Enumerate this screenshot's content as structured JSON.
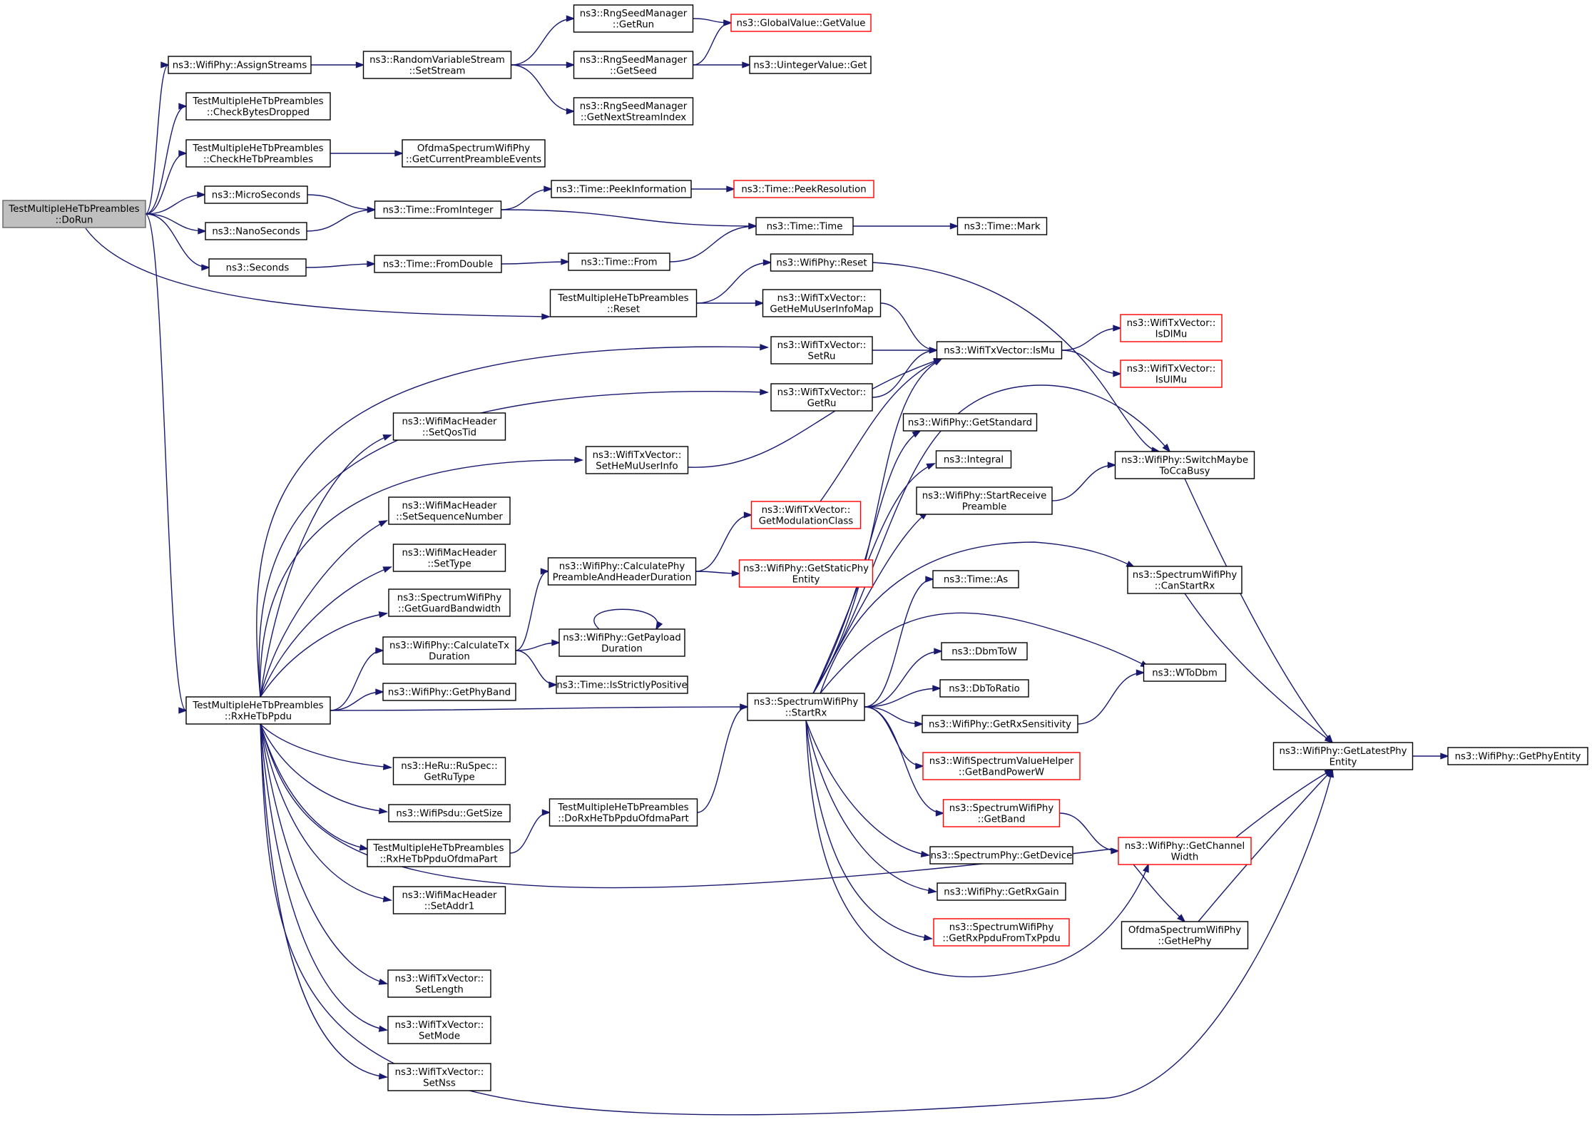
{
  "diagram": {
    "nodes": [
      {
        "id": "dorun",
        "lines": [
          "TestMultipleHeTbPreambles",
          "::DoRun"
        ],
        "root": true
      },
      {
        "id": "assign",
        "lines": [
          "ns3::WifiPhy::AssignStreams"
        ]
      },
      {
        "id": "checkbytes",
        "lines": [
          "TestMultipleHeTbPreambles",
          "::CheckBytesDropped"
        ]
      },
      {
        "id": "checkhetb",
        "lines": [
          "TestMultipleHeTbPreambles",
          "::CheckHeTbPreambles"
        ]
      },
      {
        "id": "micro",
        "lines": [
          "ns3::MicroSeconds"
        ]
      },
      {
        "id": "nano",
        "lines": [
          "ns3::NanoSeconds"
        ]
      },
      {
        "id": "seconds",
        "lines": [
          "ns3::Seconds"
        ]
      },
      {
        "id": "rxhetb",
        "lines": [
          "TestMultipleHeTbPreambles",
          "::RxHeTbPpdu"
        ]
      },
      {
        "id": "rvsetstream",
        "lines": [
          "ns3::RandomVariableStream",
          "::SetStream"
        ]
      },
      {
        "id": "getcurpre",
        "lines": [
          "OfdmaSpectrumWifiPhy",
          "::GetCurrentPreambleEvents"
        ]
      },
      {
        "id": "fromint",
        "lines": [
          "ns3::Time::FromInteger"
        ]
      },
      {
        "id": "fromdouble",
        "lines": [
          "ns3::Time::FromDouble"
        ]
      },
      {
        "id": "reset",
        "lines": [
          "TestMultipleHeTbPreambles",
          "::Reset"
        ]
      },
      {
        "id": "getrun",
        "lines": [
          "ns3::RngSeedManager",
          "::GetRun"
        ]
      },
      {
        "id": "getseed",
        "lines": [
          "ns3::RngSeedManager",
          "::GetSeed"
        ]
      },
      {
        "id": "getnextstream",
        "lines": [
          "ns3::RngSeedManager",
          "::GetNextStreamIndex"
        ]
      },
      {
        "id": "peekinfo",
        "lines": [
          "ns3::Time::PeekInformation"
        ]
      },
      {
        "id": "timefrom",
        "lines": [
          "ns3::Time::From"
        ]
      },
      {
        "id": "globalget",
        "lines": [
          "ns3::GlobalValue::GetValue"
        ],
        "truncated": true
      },
      {
        "id": "uintget",
        "lines": [
          "ns3::UintegerValue::Get"
        ]
      },
      {
        "id": "peekres",
        "lines": [
          "ns3::Time::PeekResolution"
        ],
        "truncated": true
      },
      {
        "id": "timetime",
        "lines": [
          "ns3::Time::Time"
        ]
      },
      {
        "id": "timemark",
        "lines": [
          "ns3::Time::Mark"
        ]
      },
      {
        "id": "phyreset",
        "lines": [
          "ns3::WifiPhy::Reset"
        ]
      },
      {
        "id": "gethemu",
        "lines": [
          "ns3::WifiTxVector::",
          "GetHeMuUserInfoMap"
        ]
      },
      {
        "id": "setru",
        "lines": [
          "ns3::WifiTxVector::",
          "SetRu"
        ]
      },
      {
        "id": "getru",
        "lines": [
          "ns3::WifiTxVector::",
          "GetRu"
        ]
      },
      {
        "id": "ismu",
        "lines": [
          "ns3::WifiTxVector::IsMu"
        ]
      },
      {
        "id": "isdlmu",
        "lines": [
          "ns3::WifiTxVector::",
          "IsDlMu"
        ],
        "truncated": true
      },
      {
        "id": "isulmu",
        "lines": [
          "ns3::WifiTxVector::",
          "IsUlMu"
        ],
        "truncated": true
      },
      {
        "id": "setqostid",
        "lines": [
          "ns3::WifiMacHeader",
          "::SetQosTid"
        ]
      },
      {
        "id": "setheuser",
        "lines": [
          "ns3::WifiTxVector::",
          "SetHeMuUserInfo"
        ]
      },
      {
        "id": "setseq",
        "lines": [
          "ns3::WifiMacHeader",
          "::SetSequenceNumber"
        ]
      },
      {
        "id": "settype",
        "lines": [
          "ns3::WifiMacHeader",
          "::SetType"
        ]
      },
      {
        "id": "getguard",
        "lines": [
          "ns3::SpectrumWifiPhy",
          "::GetGuardBandwidth"
        ]
      },
      {
        "id": "calctx",
        "lines": [
          "ns3::WifiPhy::CalculateTx",
          "Duration"
        ]
      },
      {
        "id": "getphyband",
        "lines": [
          "ns3::WifiPhy::GetPhyBand"
        ]
      },
      {
        "id": "getruspec",
        "lines": [
          "ns3::HeRu::RuSpec::",
          "GetRuType"
        ]
      },
      {
        "id": "psdusize",
        "lines": [
          "ns3::WifiPsdu::GetSize"
        ]
      },
      {
        "id": "rxofdma",
        "lines": [
          "TestMultipleHeTbPreambles",
          "::RxHeTbPpduOfdmaPart"
        ]
      },
      {
        "id": "setaddr1",
        "lines": [
          "ns3::WifiMacHeader",
          "::SetAddr1"
        ]
      },
      {
        "id": "setlength",
        "lines": [
          "ns3::WifiTxVector::",
          "SetLength"
        ]
      },
      {
        "id": "setmode",
        "lines": [
          "ns3::WifiTxVector::",
          "SetMode"
        ]
      },
      {
        "id": "setnss",
        "lines": [
          "ns3::WifiTxVector::",
          "SetNss"
        ]
      },
      {
        "id": "calcpre",
        "lines": [
          "ns3::WifiPhy::CalculatePhy",
          "PreambleAndHeaderDuration"
        ]
      },
      {
        "id": "getpayload",
        "lines": [
          "ns3::WifiPhy::GetPayload",
          "Duration"
        ]
      },
      {
        "id": "strictpos",
        "lines": [
          "ns3::Time::IsStrictlyPositive"
        ]
      },
      {
        "id": "dorxofdma",
        "lines": [
          "TestMultipleHeTbPreambles",
          "::DoRxHeTbPpduOfdmaPart"
        ]
      },
      {
        "id": "getmod",
        "lines": [
          "ns3::WifiTxVector::",
          "GetModulationClass"
        ],
        "truncated": true
      },
      {
        "id": "getstatic",
        "lines": [
          "ns3::WifiPhy::GetStaticPhy",
          "Entity"
        ],
        "truncated": true
      },
      {
        "id": "startrx",
        "lines": [
          "ns3::SpectrumWifiPhy",
          "::StartRx"
        ]
      },
      {
        "id": "getstd",
        "lines": [
          "ns3::WifiPhy::GetStandard"
        ]
      },
      {
        "id": "integral",
        "lines": [
          "ns3::Integral"
        ]
      },
      {
        "id": "startrecv",
        "lines": [
          "ns3::WifiPhy::StartReceive",
          "Preamble"
        ]
      },
      {
        "id": "timeas",
        "lines": [
          "ns3::Time::As"
        ]
      },
      {
        "id": "dbmtow",
        "lines": [
          "ns3::DbmToW"
        ]
      },
      {
        "id": "dbtoratio",
        "lines": [
          "ns3::DbToRatio"
        ]
      },
      {
        "id": "getrxsens",
        "lines": [
          "ns3::WifiPhy::GetRxSensitivity"
        ]
      },
      {
        "id": "getbandpw",
        "lines": [
          "ns3::WifiSpectrumValueHelper",
          "::GetBandPowerW"
        ],
        "truncated": true
      },
      {
        "id": "getband",
        "lines": [
          "ns3::SpectrumWifiPhy",
          "::GetBand"
        ],
        "truncated": true
      },
      {
        "id": "getdevice",
        "lines": [
          "ns3::SpectrumPhy::GetDevice"
        ]
      },
      {
        "id": "getrxgain",
        "lines": [
          "ns3::WifiPhy::GetRxGain"
        ]
      },
      {
        "id": "getrxppdu",
        "lines": [
          "ns3::SpectrumWifiPhy",
          "::GetRxPpduFromTxPpdu"
        ],
        "truncated": true
      },
      {
        "id": "switchcca",
        "lines": [
          "ns3::WifiPhy::SwitchMaybe",
          "ToCcaBusy"
        ]
      },
      {
        "id": "canstart",
        "lines": [
          "ns3::SpectrumWifiPhy",
          "::CanStartRx"
        ]
      },
      {
        "id": "wtodbm",
        "lines": [
          "ns3::WToDbm"
        ]
      },
      {
        "id": "getchwidth",
        "lines": [
          "ns3::WifiPhy::GetChannel",
          "Width"
        ],
        "truncated": true
      },
      {
        "id": "gethephy",
        "lines": [
          "OfdmaSpectrumWifiPhy",
          "::GetHePhy"
        ]
      },
      {
        "id": "getlatest",
        "lines": [
          "ns3::WifiPhy::GetLatestPhy",
          "Entity"
        ]
      },
      {
        "id": "getphyent",
        "lines": [
          "ns3::WifiPhy::GetPhyEntity"
        ]
      }
    ],
    "edges": [
      [
        "dorun",
        "assign"
      ],
      [
        "dorun",
        "checkbytes"
      ],
      [
        "dorun",
        "checkhetb"
      ],
      [
        "dorun",
        "micro"
      ],
      [
        "dorun",
        "nano"
      ],
      [
        "dorun",
        "seconds"
      ],
      [
        "dorun",
        "rxhetb"
      ],
      [
        "dorun",
        "reset"
      ],
      [
        "assign",
        "rvsetstream"
      ],
      [
        "rvsetstream",
        "getrun"
      ],
      [
        "rvsetstream",
        "getseed"
      ],
      [
        "rvsetstream",
        "getnextstream"
      ],
      [
        "getrun",
        "globalget"
      ],
      [
        "getseed",
        "globalget"
      ],
      [
        "getseed",
        "uintget"
      ],
      [
        "checkhetb",
        "getcurpre"
      ],
      [
        "micro",
        "fromint"
      ],
      [
        "nano",
        "fromint"
      ],
      [
        "fromint",
        "peekinfo"
      ],
      [
        "fromint",
        "timetime"
      ],
      [
        "peekinfo",
        "peekres"
      ],
      [
        "seconds",
        "fromdouble"
      ],
      [
        "fromdouble",
        "timefrom"
      ],
      [
        "timefrom",
        "timetime"
      ],
      [
        "timetime",
        "timemark"
      ],
      [
        "reset",
        "phyreset"
      ],
      [
        "reset",
        "gethemu"
      ],
      [
        "phyreset",
        "switchcca"
      ],
      [
        "gethemu",
        "ismu"
      ],
      [
        "setru",
        "ismu"
      ],
      [
        "getru",
        "ismu"
      ],
      [
        "ismu",
        "isdlmu"
      ],
      [
        "ismu",
        "isulmu"
      ],
      [
        "rxhetb",
        "setru"
      ],
      [
        "rxhetb",
        "getru"
      ],
      [
        "rxhetb",
        "setqostid"
      ],
      [
        "rxhetb",
        "setheuser"
      ],
      [
        "rxhetb",
        "setseq"
      ],
      [
        "rxhetb",
        "settype"
      ],
      [
        "rxhetb",
        "getguard"
      ],
      [
        "rxhetb",
        "calctx"
      ],
      [
        "rxhetb",
        "getphyband"
      ],
      [
        "rxhetb",
        "startrx"
      ],
      [
        "rxhetb",
        "getruspec"
      ],
      [
        "rxhetb",
        "psdusize"
      ],
      [
        "rxhetb",
        "rxofdma"
      ],
      [
        "rxhetb",
        "setaddr1"
      ],
      [
        "rxhetb",
        "gethephy"
      ],
      [
        "rxhetb",
        "setlength"
      ],
      [
        "rxhetb",
        "setmode"
      ],
      [
        "rxhetb",
        "setnss"
      ],
      [
        "rxhetb",
        "getlatest"
      ],
      [
        "setheuser",
        "ismu"
      ],
      [
        "calctx",
        "calcpre"
      ],
      [
        "calctx",
        "getpayload"
      ],
      [
        "calctx",
        "strictpos"
      ],
      [
        "getpayload",
        "getpayload"
      ],
      [
        "calcpre",
        "getmod"
      ],
      [
        "calcpre",
        "getstatic"
      ],
      [
        "getmod",
        "ismu"
      ],
      [
        "rxofdma",
        "dorxofdma"
      ],
      [
        "dorxofdma",
        "startrx"
      ],
      [
        "startrx",
        "ismu"
      ],
      [
        "startrx",
        "switchcca"
      ],
      [
        "startrx",
        "getstd"
      ],
      [
        "startrx",
        "integral"
      ],
      [
        "startrx",
        "startrecv"
      ],
      [
        "startrx",
        "canstart"
      ],
      [
        "startrx",
        "timeas"
      ],
      [
        "startrx",
        "wtodbm"
      ],
      [
        "startrx",
        "dbmtow"
      ],
      [
        "startrx",
        "dbtoratio"
      ],
      [
        "startrx",
        "getrxsens"
      ],
      [
        "startrx",
        "getbandpw"
      ],
      [
        "startrx",
        "getband"
      ],
      [
        "startrx",
        "getdevice"
      ],
      [
        "startrx",
        "getrxgain"
      ],
      [
        "startrx",
        "getrxppdu"
      ],
      [
        "startrx",
        "getchwidth"
      ],
      [
        "startrecv",
        "switchcca"
      ],
      [
        "getrxsens",
        "wtodbm"
      ],
      [
        "getband",
        "getchwidth"
      ],
      [
        "switchcca",
        "getlatest"
      ],
      [
        "canstart",
        "getlatest"
      ],
      [
        "getchwidth",
        "getlatest"
      ],
      [
        "gethephy",
        "getlatest"
      ],
      [
        "getlatest",
        "getphyent"
      ]
    ]
  }
}
